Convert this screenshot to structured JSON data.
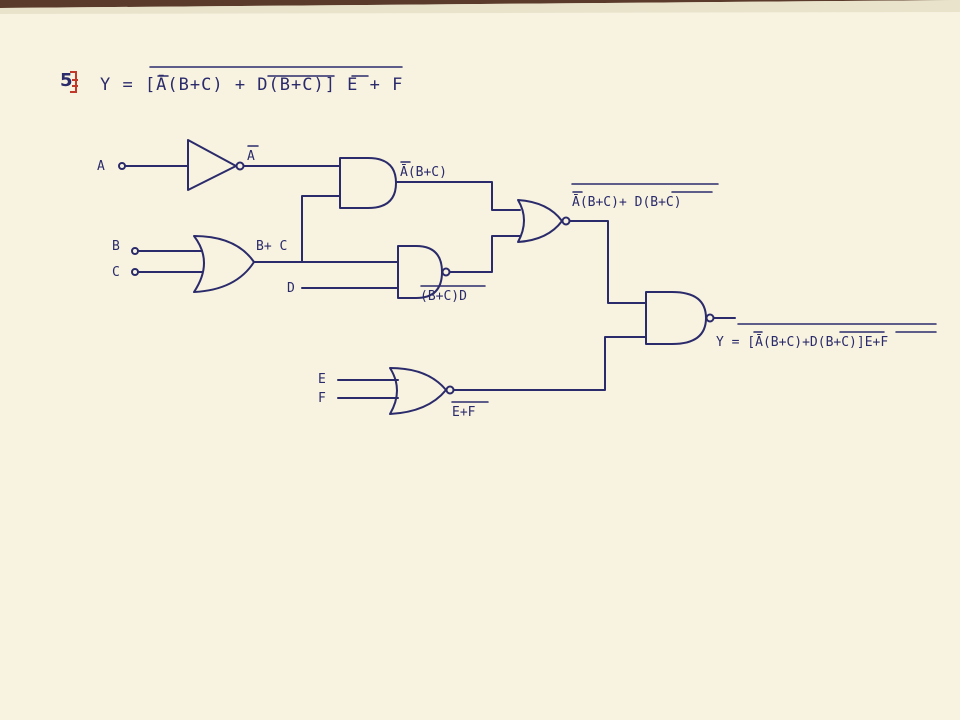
{
  "problem": {
    "number": "5",
    "expression": "Y = [Ā(B+C) + D(B+C)] E + F"
  },
  "inputs": {
    "a": "A",
    "b": "B",
    "c": "C",
    "d": "D",
    "e": "E",
    "f": "F"
  },
  "wire_labels": {
    "a_not": "A",
    "or_bc": "B+ C",
    "and1_out": "Ā(B+C)",
    "nand_out": "(B+C)D",
    "nor_out": "Ā(B+C)+ D(B+C)",
    "ef_nor": "E+F",
    "output": "Y = [Ā(B+C)+D(B+C)]E+F"
  },
  "colors": {
    "ink": "#2b2a6b",
    "paper": "#f7f3e0",
    "red_mark": "#c0392b"
  }
}
